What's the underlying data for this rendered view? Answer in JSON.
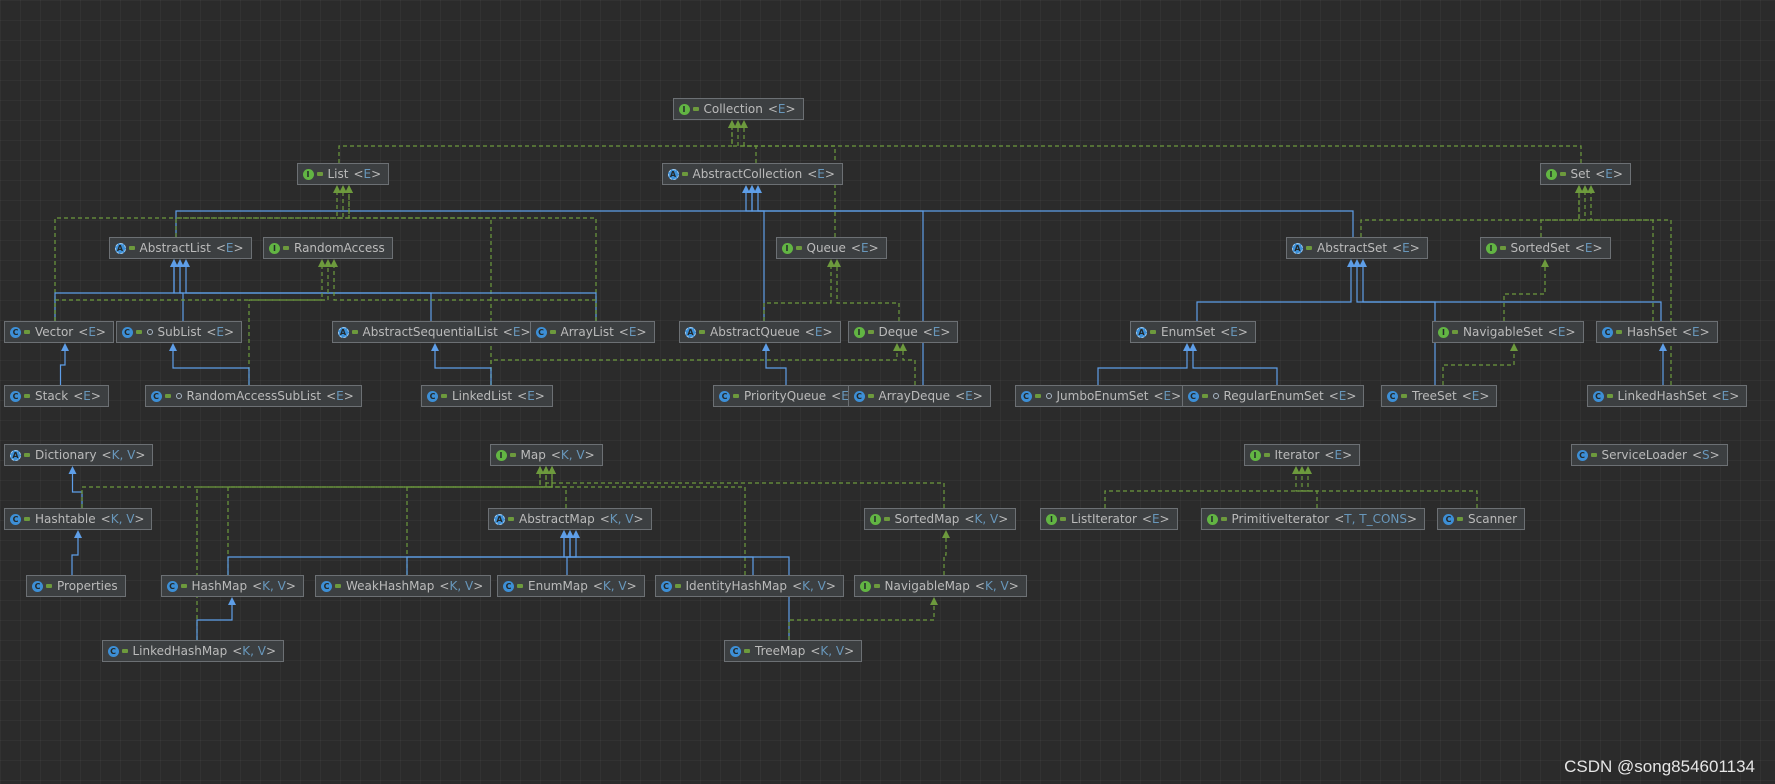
{
  "diagram": {
    "edge_colors": {
      "extends": "#5e9ee8",
      "implements": "#6d9a3d"
    },
    "icons": {
      "I": "interface-icon",
      "C": "class-icon",
      "A": "abstract-class-icon"
    },
    "nodes": [
      {
        "id": "collection",
        "kind": "I",
        "name": "Collection",
        "params": "E"
      },
      {
        "id": "list",
        "kind": "I",
        "name": "List",
        "params": "E"
      },
      {
        "id": "abstractcollection",
        "kind": "A",
        "name": "AbstractCollection",
        "params": "E"
      },
      {
        "id": "set",
        "kind": "I",
        "name": "Set",
        "params": "E"
      },
      {
        "id": "abstractlist",
        "kind": "A",
        "name": "AbstractList",
        "params": "E"
      },
      {
        "id": "randomaccess",
        "kind": "I",
        "name": "RandomAccess",
        "params": ""
      },
      {
        "id": "queue",
        "kind": "I",
        "name": "Queue",
        "params": "E"
      },
      {
        "id": "abstractset",
        "kind": "A",
        "name": "AbstractSet",
        "params": "E"
      },
      {
        "id": "sortedset",
        "kind": "I",
        "name": "SortedSet",
        "params": "E"
      },
      {
        "id": "vector",
        "kind": "C",
        "name": "Vector",
        "params": "E"
      },
      {
        "id": "sublist",
        "kind": "C",
        "name": "SubList",
        "params": "E",
        "pkg": true
      },
      {
        "id": "abstractsequentiallist",
        "kind": "A",
        "name": "AbstractSequentialList",
        "params": "E"
      },
      {
        "id": "arraylist",
        "kind": "C",
        "name": "ArrayList",
        "params": "E"
      },
      {
        "id": "abstractqueue",
        "kind": "A",
        "name": "AbstractQueue",
        "params": "E"
      },
      {
        "id": "deque",
        "kind": "I",
        "name": "Deque",
        "params": "E"
      },
      {
        "id": "enumset",
        "kind": "A",
        "name": "EnumSet",
        "params": "E"
      },
      {
        "id": "navigableset",
        "kind": "I",
        "name": "NavigableSet",
        "params": "E"
      },
      {
        "id": "hashset",
        "kind": "C",
        "name": "HashSet",
        "params": "E"
      },
      {
        "id": "stack",
        "kind": "C",
        "name": "Stack",
        "params": "E"
      },
      {
        "id": "randomaccesssublist",
        "kind": "C",
        "name": "RandomAccessSubList",
        "params": "E",
        "pkg": true
      },
      {
        "id": "linkedlist",
        "kind": "C",
        "name": "LinkedList",
        "params": "E"
      },
      {
        "id": "priorityqueue",
        "kind": "C",
        "name": "PriorityQueue",
        "params": "E"
      },
      {
        "id": "arraydeque",
        "kind": "C",
        "name": "ArrayDeque",
        "params": "E"
      },
      {
        "id": "jumboenumset",
        "kind": "C",
        "name": "JumboEnumSet",
        "params": "E",
        "pkg": true
      },
      {
        "id": "regularenumset",
        "kind": "C",
        "name": "RegularEnumSet",
        "params": "E",
        "pkg": true
      },
      {
        "id": "treeset",
        "kind": "C",
        "name": "TreeSet",
        "params": "E"
      },
      {
        "id": "linkedhashset",
        "kind": "C",
        "name": "LinkedHashSet",
        "params": "E"
      },
      {
        "id": "dictionary",
        "kind": "A",
        "name": "Dictionary",
        "params": "K, V"
      },
      {
        "id": "map",
        "kind": "I",
        "name": "Map",
        "params": "K, V"
      },
      {
        "id": "iterator",
        "kind": "I",
        "name": "Iterator",
        "params": "E"
      },
      {
        "id": "serviceloader",
        "kind": "C",
        "name": "ServiceLoader",
        "params": "S"
      },
      {
        "id": "hashtable",
        "kind": "C",
        "name": "Hashtable",
        "params": "K, V"
      },
      {
        "id": "abstractmap",
        "kind": "A",
        "name": "AbstractMap",
        "params": "K, V"
      },
      {
        "id": "sortedmap",
        "kind": "I",
        "name": "SortedMap",
        "params": "K, V"
      },
      {
        "id": "listiterator",
        "kind": "I",
        "name": "ListIterator",
        "params": "E"
      },
      {
        "id": "primitiveiterator",
        "kind": "I",
        "name": "PrimitiveIterator",
        "params": "T, T_CONS"
      },
      {
        "id": "scanner",
        "kind": "C",
        "name": "Scanner",
        "params": ""
      },
      {
        "id": "properties",
        "kind": "C",
        "name": "Properties",
        "params": ""
      },
      {
        "id": "hashmap",
        "kind": "C",
        "name": "HashMap",
        "params": "K, V"
      },
      {
        "id": "weakhashmap",
        "kind": "C",
        "name": "WeakHashMap",
        "params": "K, V"
      },
      {
        "id": "enummap",
        "kind": "C",
        "name": "EnumMap",
        "params": "K, V"
      },
      {
        "id": "identityhashmap",
        "kind": "C",
        "name": "IdentityHashMap",
        "params": "K, V"
      },
      {
        "id": "navigablemap",
        "kind": "I",
        "name": "NavigableMap",
        "params": "K, V"
      },
      {
        "id": "linkedhashmap",
        "kind": "C",
        "name": "LinkedHashMap",
        "params": "K, V"
      },
      {
        "id": "treemap",
        "kind": "C",
        "name": "TreeMap",
        "params": "K, V"
      }
    ]
  },
  "watermark": "CSDN @song854601134"
}
